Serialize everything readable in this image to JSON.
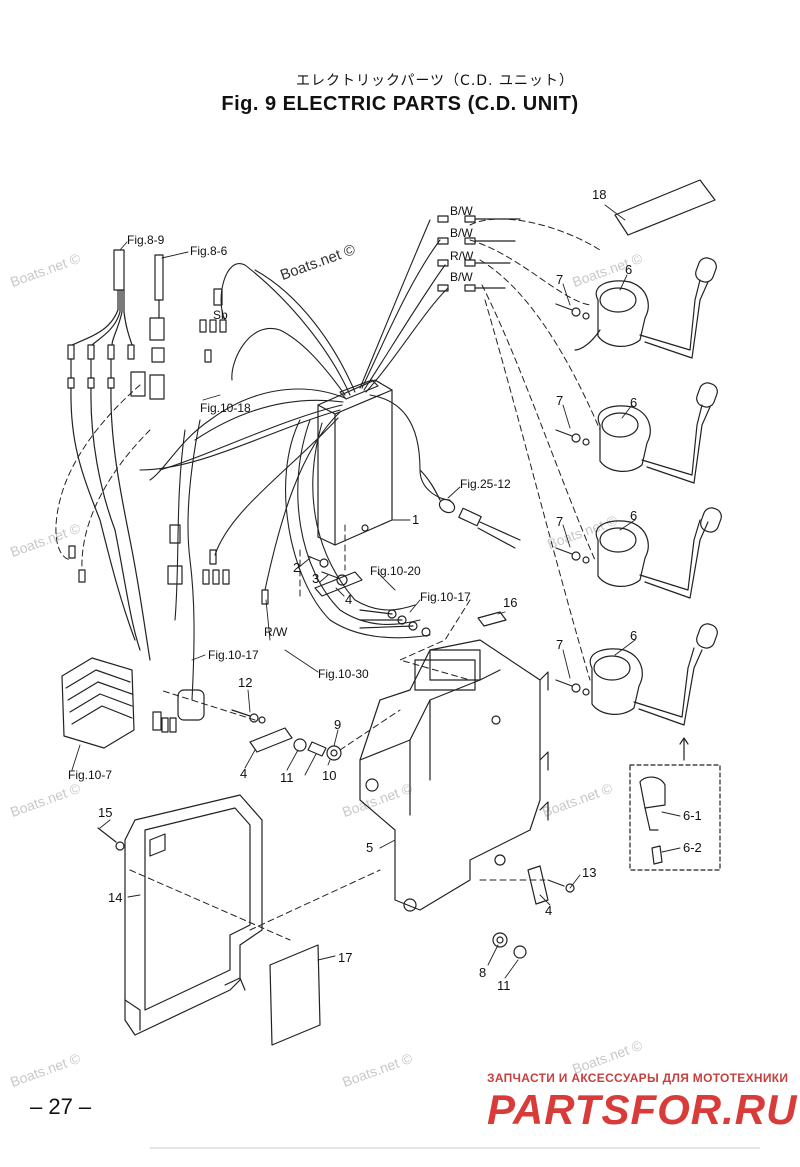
{
  "title": {
    "jp": "エレクトリックパーツ（C.D. ユニット）",
    "en": "Fig. 9    ELECTRIC PARTS   (C.D. UNIT)"
  },
  "watermarks": {
    "text": "Boats.net ©",
    "dark": "Boats.net ©"
  },
  "refs": {
    "fig8_9": "Fig.8-9",
    "fig8_6": "Fig.8-6",
    "fig10_18": "Fig.10-18",
    "fig25_12": "Fig.25-12",
    "fig10_20": "Fig.10-20",
    "fig10_17a": "Fig.10-17",
    "fig10_17b": "Fig.10-17",
    "fig10_30": "Fig.10-30",
    "fig10_7": "Fig.10-7",
    "sb": "Sb",
    "rw": "R/W",
    "bw1": "B/W",
    "bw2": "B/W",
    "rw2": "R/W",
    "bw3": "B/W"
  },
  "callouts": {
    "n1": "1",
    "n2": "2",
    "n3": "3",
    "n4a": "4",
    "n4b": "4",
    "n4c": "4",
    "n5": "5",
    "n6a": "6",
    "n6b": "6",
    "n6c": "6",
    "n6d": "6",
    "n6_1": "6-1",
    "n6_2": "6-2",
    "n7a": "7",
    "n7b": "7",
    "n7c": "7",
    "n7d": "7",
    "n8": "8",
    "n9": "9",
    "n10": "10",
    "n11a": "11",
    "n11b": "11",
    "n12": "12",
    "n13": "13",
    "n14": "14",
    "n15": "15",
    "n16": "16",
    "n17": "17",
    "n18": "18"
  },
  "page_number": "– 27 –",
  "footer": {
    "small": "ЗАПЧАСТИ И АКСЕССУАРЫ ДЛЯ МОТОТЕХНИКИ",
    "big": "PARTSFOR.RU"
  },
  "colors": {
    "line": "#222222",
    "watermark": "#c8c8c8",
    "footer_red": "#d93b3b"
  }
}
